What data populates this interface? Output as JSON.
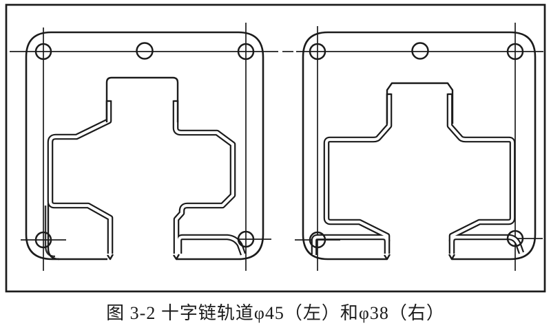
{
  "figure": {
    "caption": "图 3-2 十字链轨道φ45（左）和φ38（右）",
    "left_track_label": "φ45（左）",
    "right_track_label": "φ38（右）"
  },
  "colors": {
    "line": "#1b1b1b",
    "background": "#ffffff"
  },
  "icons": {
    "bolt_hole": "circle-with-crosshair",
    "center_hole": "small-circle"
  }
}
